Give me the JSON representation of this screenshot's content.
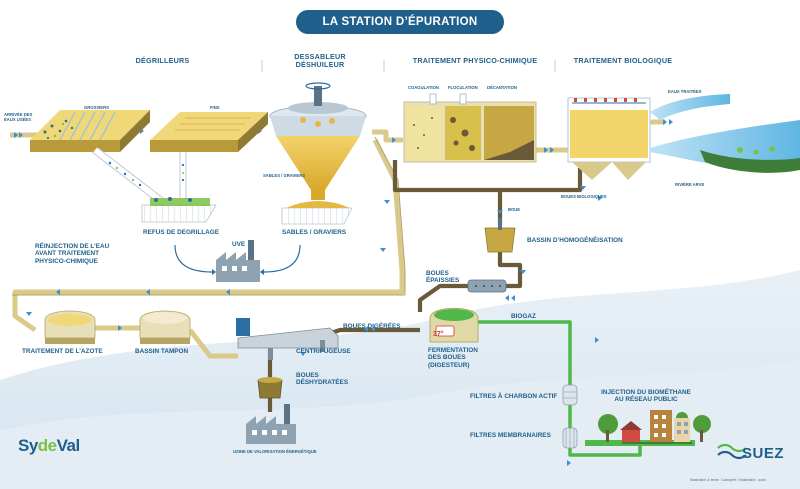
{
  "title": "LA STATION D’ÉPURATION",
  "sections": {
    "degrilleurs": "DÉGRILLEURS",
    "dessableur": "DESSABLEUR\nDÉSHUILEUR",
    "physico": "TRAITEMENT PHYSICO-CHIMIQUE",
    "biologique": "TRAITEMENT BIOLOGIQUE"
  },
  "labels": {
    "arrivee": "ARRIVÉE DES\nEAUX USÉES",
    "grossiers": "GROSSIERS",
    "fins": "FINS",
    "sables_graviers_small": "SABLES / GRAVIERS",
    "coagulation": "COAGULATION",
    "floculation": "FLOCULATION",
    "decantation": "DÉCANTATION",
    "eaux_traitees": "EAUX TRAITÉES",
    "riviere": "RIVIÈRE ARVE",
    "boues_biologiques": "BOUES BIOLOGIQUES",
    "refus": "REFUS DE DEGRILLAGE",
    "sables_graviers": "SABLES / GRAVIERS",
    "uve": "UVE",
    "reinjection": "RÉINJECTION DE L’EAU\nAVANT TRAITEMENT\nPHYSICO-CHIMIQUE",
    "boue": "BOUE",
    "homogeneisation": "BASSIN D’HOMOGÉNÉISATION",
    "boues_epaissies": "BOUES\nÉPAISSIES",
    "boues_digerees": "BOUES DIGÉRÉES",
    "biogaz": "BIOGAZ",
    "traitement_azote": "TRAITEMENT DE L’AZOTE",
    "bassin_tampon": "BASSIN TAMPON",
    "centrifugeuse": "CENTRIFUGEUSE",
    "fermentation": "FERMENTATION\nDES BOUES\n(DIGESTEUR)",
    "temperature": "37°",
    "boues_deshydratees": "BOUES\nDÉSHYDRATÉES",
    "usine": "USINE DE VALORISATION ÉNERGÉTIQUE",
    "filtres_charbon": "FILTRES À CHARBON ACTIF",
    "injection": "INJECTION DU BIOMÉTHANE\nAU RÉSEAU PUBLIC",
    "filtres_membranaires": "FILTRES MEMBRANAIRES",
    "credits": "Illustration & texte : Canopée / Illustration : suez"
  },
  "logos": {
    "sydeval_a": "Sy",
    "sydeval_b": "de",
    "sydeval_c": "Val",
    "suez": "SUEZ"
  },
  "colors": {
    "title_bg": "#1f5f8b",
    "label": "#1f5f8b",
    "water_pipe": "#d9c98a",
    "sludge_pipe": "#6b5a3a",
    "gas_pipe": "#4fb848",
    "flow_arrow": "#3a8fd6",
    "temperature": "#d8322e"
  }
}
